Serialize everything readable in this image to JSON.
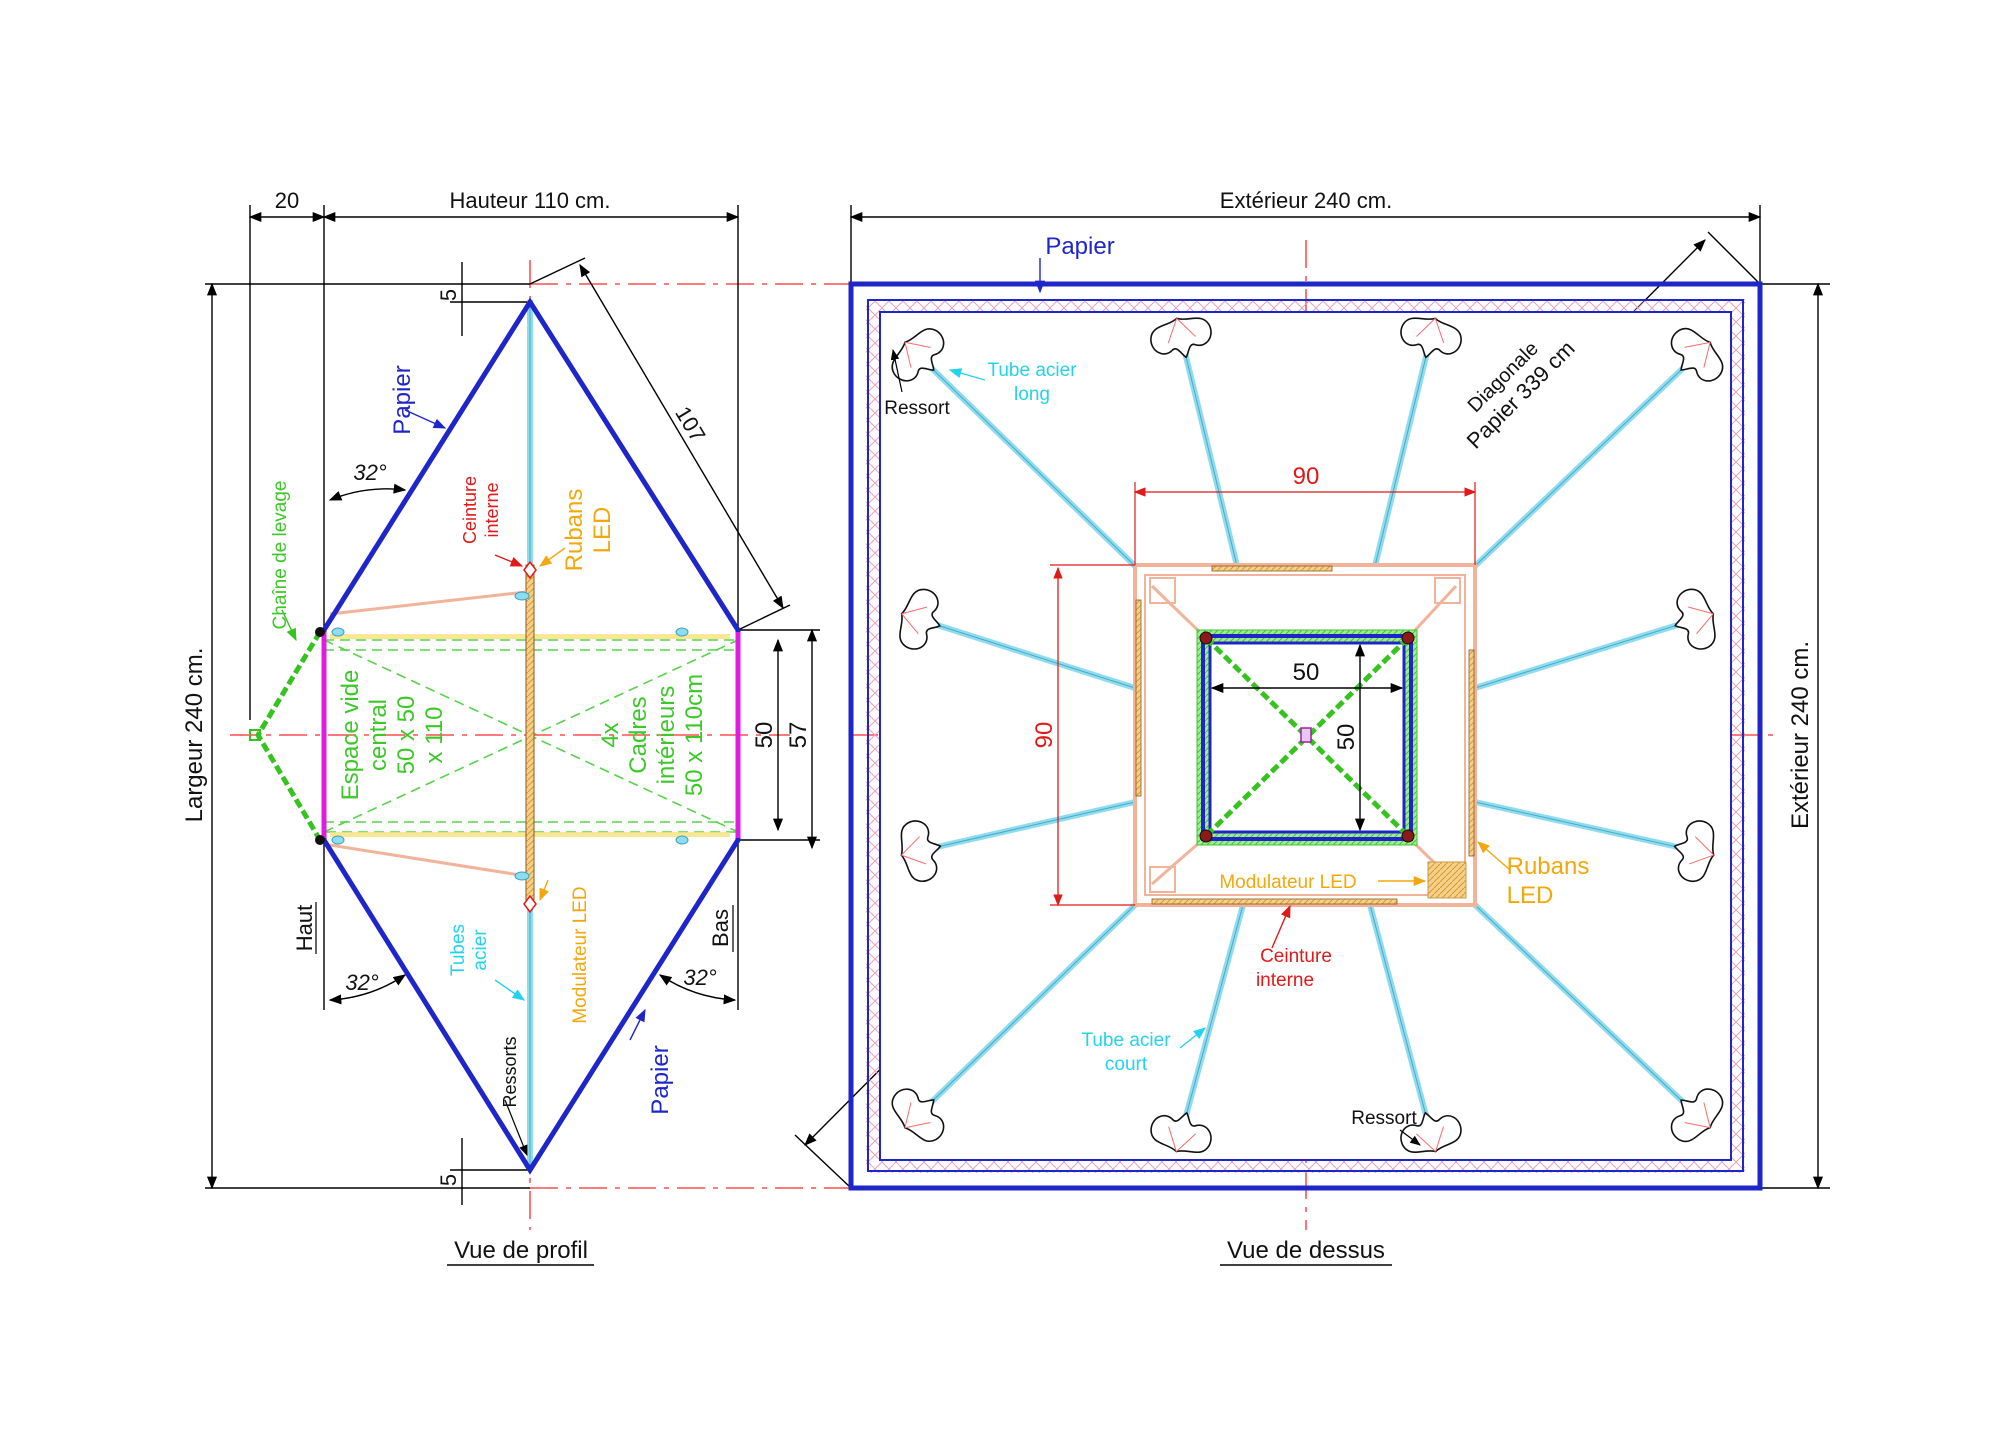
{
  "colors": {
    "paper": "#1f26c9",
    "axis": "#ff2a2a",
    "tube": "#8fdcee",
    "chain": "#36c21f",
    "led": "#f2a80c",
    "belt": "#e01919",
    "magenta_frame": "#e01ce0"
  },
  "profile_view": {
    "title": "Vue de profil",
    "dim_top_left": "20",
    "dim_height": "Hauteur 110 cm.",
    "dim_width": "Largeur 240 cm.",
    "dim_5_top": "5",
    "dim_5_bottom": "5",
    "dim_diagonal": "107",
    "dim_50": "50",
    "dim_57": "57",
    "angle_upper": "32°",
    "angle_lower_left": "32°",
    "angle_lower_right": "32°",
    "label_paper_top": "Papier",
    "label_paper_bottom": "Papier",
    "label_chain": "Chaîne de levage",
    "label_belt": [
      "Ceinture",
      "interne"
    ],
    "label_led": [
      "Rubans",
      "LED"
    ],
    "label_central_space": [
      "Espace vide",
      "central",
      "50 x 50",
      "x 110"
    ],
    "label_frames": [
      "4x",
      "Cadres",
      "intérieurs",
      "50 x 110cm"
    ],
    "label_top": "Haut",
    "label_bottom": "Bas",
    "label_tubes": [
      "Tubes",
      "acier"
    ],
    "label_modulator": "Modulateur LED",
    "label_springs": "Ressorts"
  },
  "top_view": {
    "title": "Vue de dessus",
    "dim_exterior_h": "Extérieur 240 cm.",
    "dim_exterior_v": "Extérieur 240 cm.",
    "label_paper": "Papier",
    "label_diagonal": [
      "Diagonale",
      "Papier 339 cm"
    ],
    "label_spring_top": "Ressort",
    "label_spring_bottom": "Ressort",
    "label_tube_long": [
      "Tube acier",
      "long"
    ],
    "label_tube_short": [
      "Tube acier",
      "court"
    ],
    "dim_90_h": "90",
    "dim_90_v": "90",
    "dim_50_h": "50",
    "dim_50_v": "50",
    "label_modulator": "Modulateur LED",
    "label_led": [
      "Rubans",
      "LED"
    ],
    "label_belt": [
      "Ceinture",
      "interne"
    ]
  }
}
